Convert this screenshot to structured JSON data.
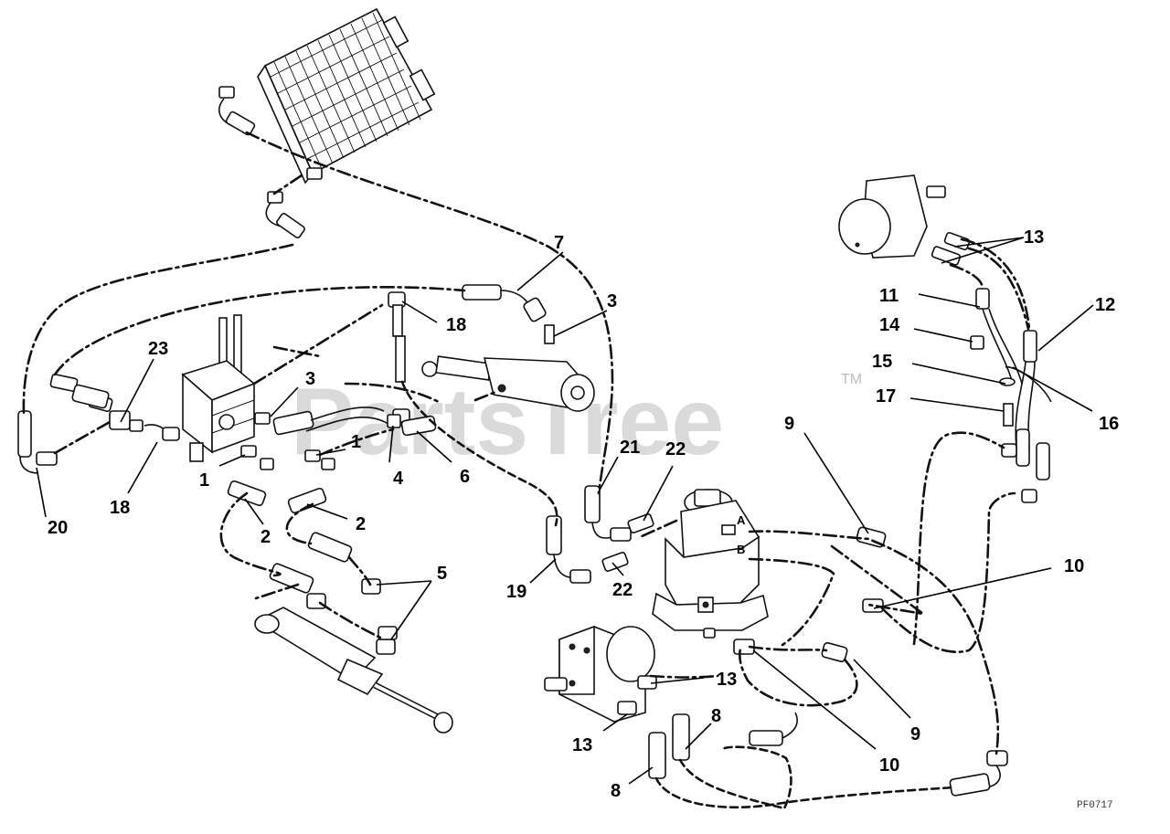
{
  "watermark": {
    "brand": "PartsTree",
    "trademark": "TM"
  },
  "figure_code": "PF0717",
  "ports": {
    "a": "A",
    "b": "B"
  },
  "callouts": {
    "c1": "1",
    "c2": "1",
    "c3": "2",
    "c4": "2",
    "c5": "3",
    "c6": "3",
    "c7": "4",
    "c8": "5",
    "c9": "6",
    "c10": "7",
    "c11": "8",
    "c12": "8",
    "c13": "9",
    "c14": "9",
    "c15": "10",
    "c16": "10",
    "c17": "11",
    "c18": "12",
    "c19": "13",
    "c20": "13",
    "c21": "13",
    "c22": "14",
    "c23": "15",
    "c24": "16",
    "c25": "17",
    "c26": "18",
    "c27": "18",
    "c28": "19",
    "c29": "20",
    "c30": "21",
    "c31": "22",
    "c32": "22",
    "c33": "23"
  }
}
